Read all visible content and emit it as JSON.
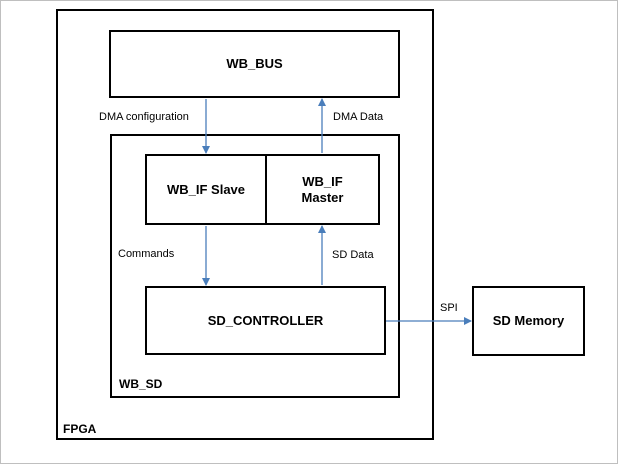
{
  "blocks": {
    "fpga": "FPGA",
    "wb_bus": "WB_BUS",
    "wb_sd": "WB_SD",
    "wb_if_slave": "WB_IF Slave",
    "wb_if_master_line1": "WB_IF",
    "wb_if_master_line2": "Master",
    "sd_controller": "SD_CONTROLLER",
    "sd_memory": "SD Memory"
  },
  "connections": {
    "dma_configuration": "DMA configuration",
    "dma_data": "DMA Data",
    "commands": "Commands",
    "sd_data": "SD Data",
    "spi": "SPI"
  },
  "colors": {
    "arrow": "#4a7ebb",
    "border": "#000000"
  }
}
